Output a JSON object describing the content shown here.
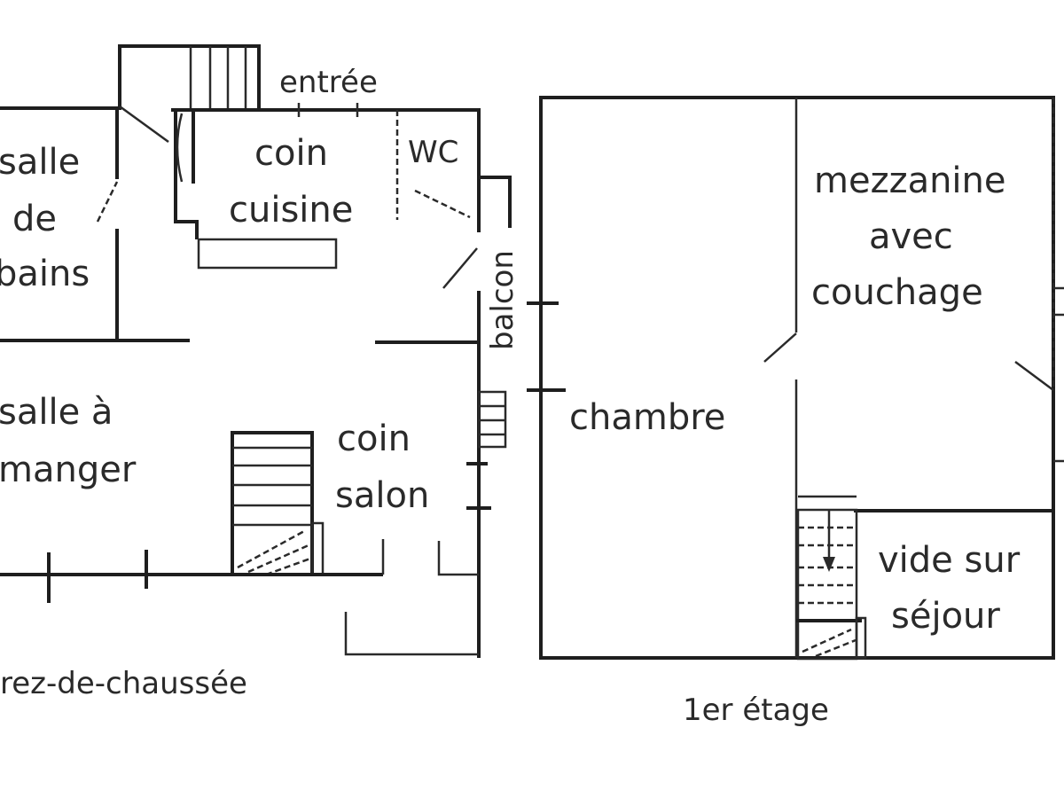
{
  "ground_floor": {
    "caption": "rez-de-chaussée",
    "rooms": {
      "salle_de_bains": [
        "salle",
        "de",
        "bains"
      ],
      "entree": "entrée",
      "coin_cuisine": [
        "coin",
        "cuisine"
      ],
      "wc": "WC",
      "balcon": "balcon",
      "salle_a_manger": [
        "salle à",
        "manger"
      ],
      "coin_salon": [
        "coin",
        "salon"
      ]
    }
  },
  "first_floor": {
    "caption": "1er étage",
    "rooms": {
      "chambre": "chambre",
      "mezzanine": [
        "mezzanine",
        "avec",
        "couchage"
      ],
      "vide_sur_sejour": [
        "vide sur",
        "séjour"
      ]
    }
  },
  "colors": {
    "line": "#1e1e1e",
    "background": "#ffffff"
  }
}
